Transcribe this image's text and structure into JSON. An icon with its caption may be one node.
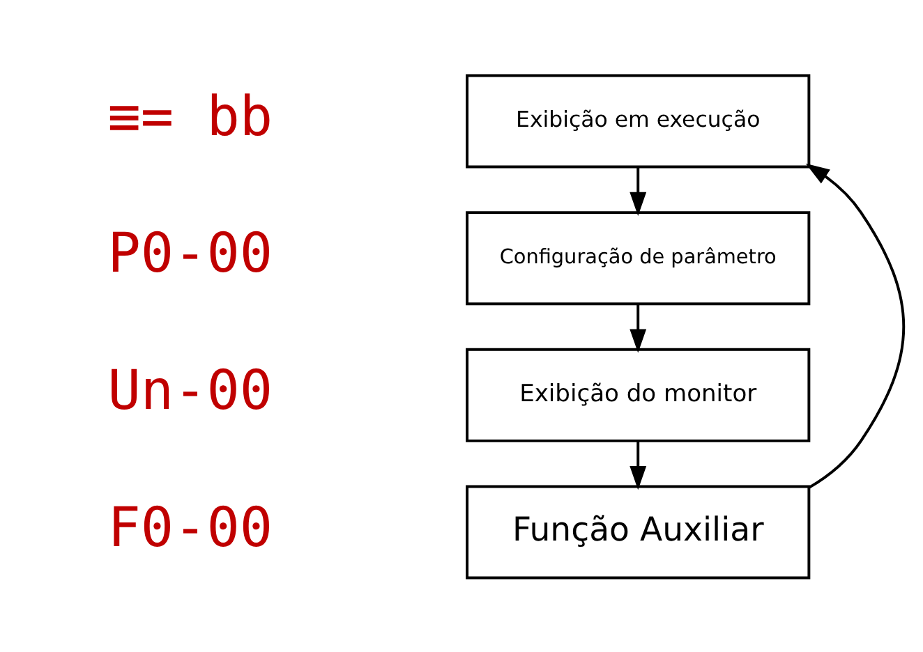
{
  "diagram": {
    "nodes": [
      {
        "text": [
          "Exibição em execução"
        ]
      },
      {
        "text": [
          "Configuração de parâmetro"
        ]
      },
      {
        "text": [
          "Exibição do monitor"
        ]
      },
      {
        "text": [
          "Função Auxiliar"
        ]
      }
    ],
    "edges": [
      {
        "from": 0,
        "to": 1,
        "arrow": "to"
      },
      {
        "from": 1,
        "to": 2,
        "arrow": "to"
      },
      {
        "from": 2,
        "to": 3,
        "arrow": "to"
      },
      {
        "from": 3,
        "to": 0,
        "arrow": "to"
      }
    ],
    "labels": [
      "≡= bb",
      "P0-00",
      "Un-00",
      "F0-00"
    ]
  }
}
